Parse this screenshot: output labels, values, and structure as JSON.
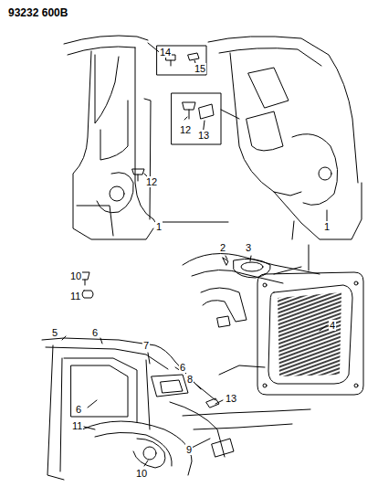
{
  "diagram": {
    "labels": [
      "93232 600B",
      "14",
      "15",
      "12",
      "13",
      "12",
      "1",
      "1",
      "10",
      "11",
      "2",
      "3",
      "4",
      "5",
      "6",
      "7",
      "6",
      "8",
      "6",
      "13",
      "11",
      "9",
      "10"
    ]
  }
}
